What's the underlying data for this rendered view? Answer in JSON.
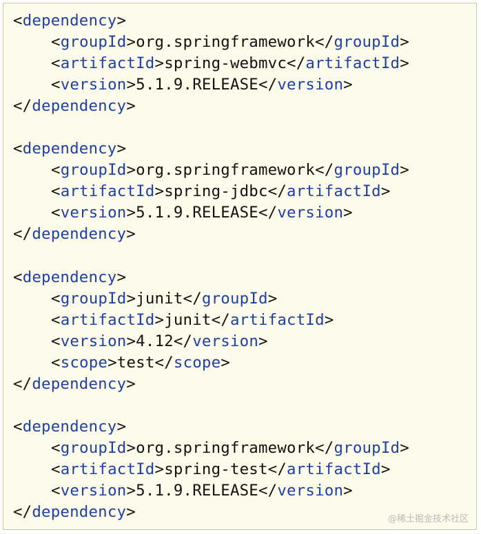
{
  "code_block": {
    "lines": [
      {
        "indent": 0,
        "open_tag": "dependency"
      },
      {
        "indent": 1,
        "open_tag": "groupId",
        "text": "org.springframework",
        "close_tag": "groupId"
      },
      {
        "indent": 1,
        "open_tag": "artifactId",
        "text": "spring-webmvc",
        "close_tag": "artifactId"
      },
      {
        "indent": 1,
        "open_tag": "version",
        "text": "5.1.9.RELEASE",
        "close_tag": "version"
      },
      {
        "indent": 0,
        "close_tag": "dependency"
      },
      {
        "blank": true
      },
      {
        "indent": 0,
        "open_tag": "dependency"
      },
      {
        "indent": 1,
        "open_tag": "groupId",
        "text": "org.springframework",
        "close_tag": "groupId"
      },
      {
        "indent": 1,
        "open_tag": "artifactId",
        "text": "spring-jdbc",
        "close_tag": "artifactId"
      },
      {
        "indent": 1,
        "open_tag": "version",
        "text": "5.1.9.RELEASE",
        "close_tag": "version"
      },
      {
        "indent": 0,
        "close_tag": "dependency"
      },
      {
        "blank": true
      },
      {
        "indent": 0,
        "open_tag": "dependency"
      },
      {
        "indent": 1,
        "open_tag": "groupId",
        "text": "junit",
        "close_tag": "groupId"
      },
      {
        "indent": 1,
        "open_tag": "artifactId",
        "text": "junit",
        "close_tag": "artifactId"
      },
      {
        "indent": 1,
        "open_tag": "version",
        "text": "4.12",
        "close_tag": "version"
      },
      {
        "indent": 1,
        "open_tag": "scope",
        "text": "test",
        "close_tag": "scope"
      },
      {
        "indent": 0,
        "close_tag": "dependency"
      },
      {
        "blank": true
      },
      {
        "indent": 0,
        "open_tag": "dependency"
      },
      {
        "indent": 1,
        "open_tag": "groupId",
        "text": "org.springframework",
        "close_tag": "groupId"
      },
      {
        "indent": 1,
        "open_tag": "artifactId",
        "text": "spring-test",
        "close_tag": "artifactId"
      },
      {
        "indent": 1,
        "open_tag": "version",
        "text": "5.1.9.RELEASE",
        "close_tag": "version"
      },
      {
        "indent": 0,
        "close_tag": "dependency"
      }
    ]
  },
  "watermark": "@稀土掘金技术社区",
  "colors": {
    "background": "#fdfbe9",
    "tag": "#1f3fa8",
    "text": "#111111",
    "border": "#c9c7b3"
  }
}
